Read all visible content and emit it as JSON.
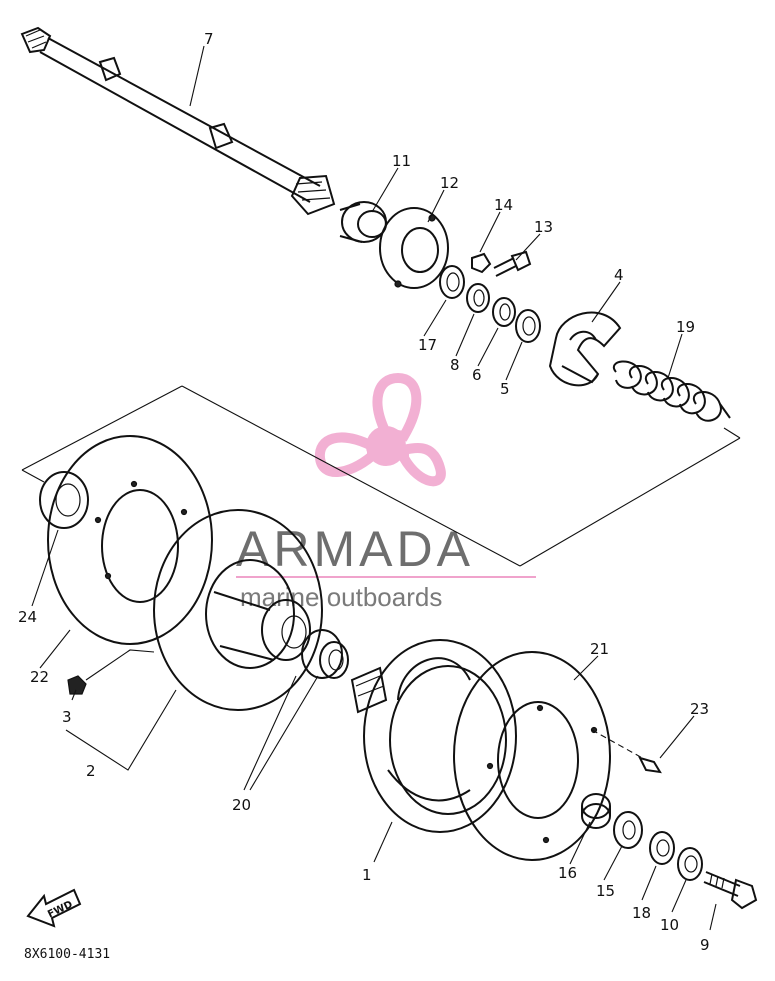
{
  "diagram": {
    "callouts": [
      {
        "id": "c7",
        "num": "7"
      },
      {
        "id": "c11",
        "num": "11"
      },
      {
        "id": "c12",
        "num": "12"
      },
      {
        "id": "c14",
        "num": "14"
      },
      {
        "id": "c13",
        "num": "13"
      },
      {
        "id": "c4",
        "num": "4"
      },
      {
        "id": "c19",
        "num": "19"
      },
      {
        "id": "c17",
        "num": "17"
      },
      {
        "id": "c8",
        "num": "8"
      },
      {
        "id": "c6",
        "num": "6"
      },
      {
        "id": "c5",
        "num": "5"
      },
      {
        "id": "c24",
        "num": "24"
      },
      {
        "id": "c22",
        "num": "22"
      },
      {
        "id": "c3",
        "num": "3"
      },
      {
        "id": "c2",
        "num": "2"
      },
      {
        "id": "c20",
        "num": "20"
      },
      {
        "id": "c21",
        "num": "21"
      },
      {
        "id": "c23",
        "num": "23"
      },
      {
        "id": "c1",
        "num": "1"
      },
      {
        "id": "c16",
        "num": "16"
      },
      {
        "id": "c15",
        "num": "15"
      },
      {
        "id": "c18",
        "num": "18"
      },
      {
        "id": "c10",
        "num": "10"
      },
      {
        "id": "c9",
        "num": "9"
      }
    ],
    "fwd_label": "FWD",
    "drawing_code": "8X6100-4131"
  },
  "watermark": {
    "brand": "ARMADA",
    "tagline": "marine outboards",
    "colors": {
      "pink": "#f0a3cc",
      "pink_dark": "#e57fb8",
      "text": "#6e6e6e"
    }
  }
}
